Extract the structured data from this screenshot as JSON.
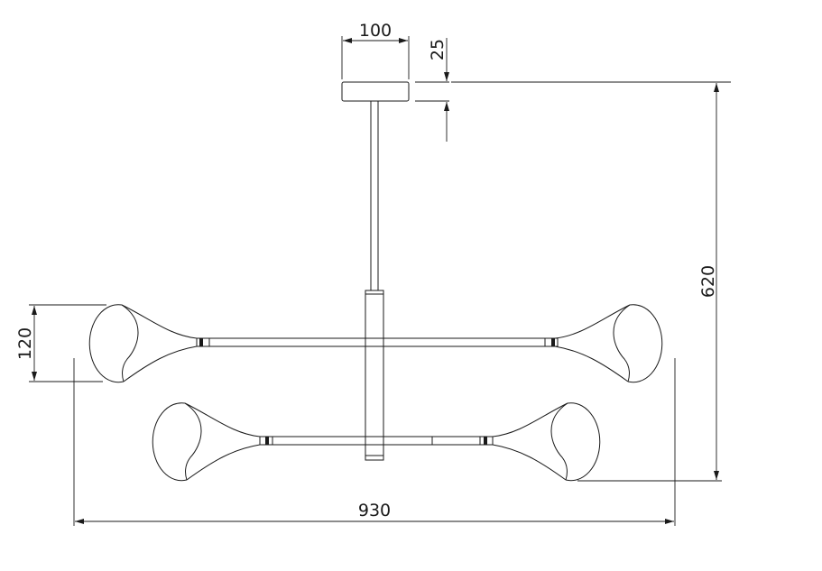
{
  "dimensions": {
    "canopy_width": "100",
    "canopy_height": "25",
    "total_height": "620",
    "shade_height": "120",
    "total_width": "930"
  },
  "colors": {
    "line": "#1a1a1a",
    "background": "#ffffff"
  }
}
